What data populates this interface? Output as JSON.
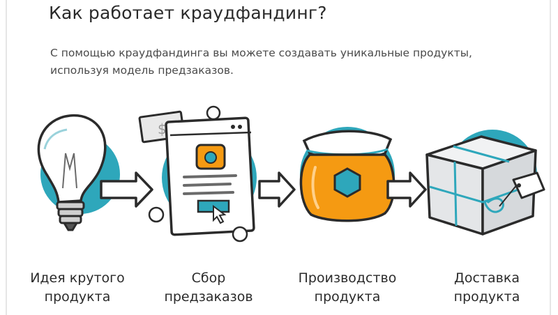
{
  "header": {
    "title": "Как работает краудфандинг?",
    "subtitle_line1": "С помощью краудфандинга вы можете создавать уникальные продукты,",
    "subtitle_line2": "используя модель предзаказов."
  },
  "steps": [
    {
      "icon": "lightbulb-icon",
      "line1": "Идея крутого",
      "line2": "продукта"
    },
    {
      "icon": "preorder-page-icon",
      "line1": "Сбор",
      "line2": "предзаказов"
    },
    {
      "icon": "honey-jar-icon",
      "line1": "Производство",
      "line2": "продукта"
    },
    {
      "icon": "parcel-box-icon",
      "line1": "Доставка",
      "line2": "продукта"
    }
  ],
  "colors": {
    "teal": "#2ea7bb",
    "honey": "#f59a12",
    "outline": "#2b2b2b",
    "box": "#e4e6e8"
  }
}
